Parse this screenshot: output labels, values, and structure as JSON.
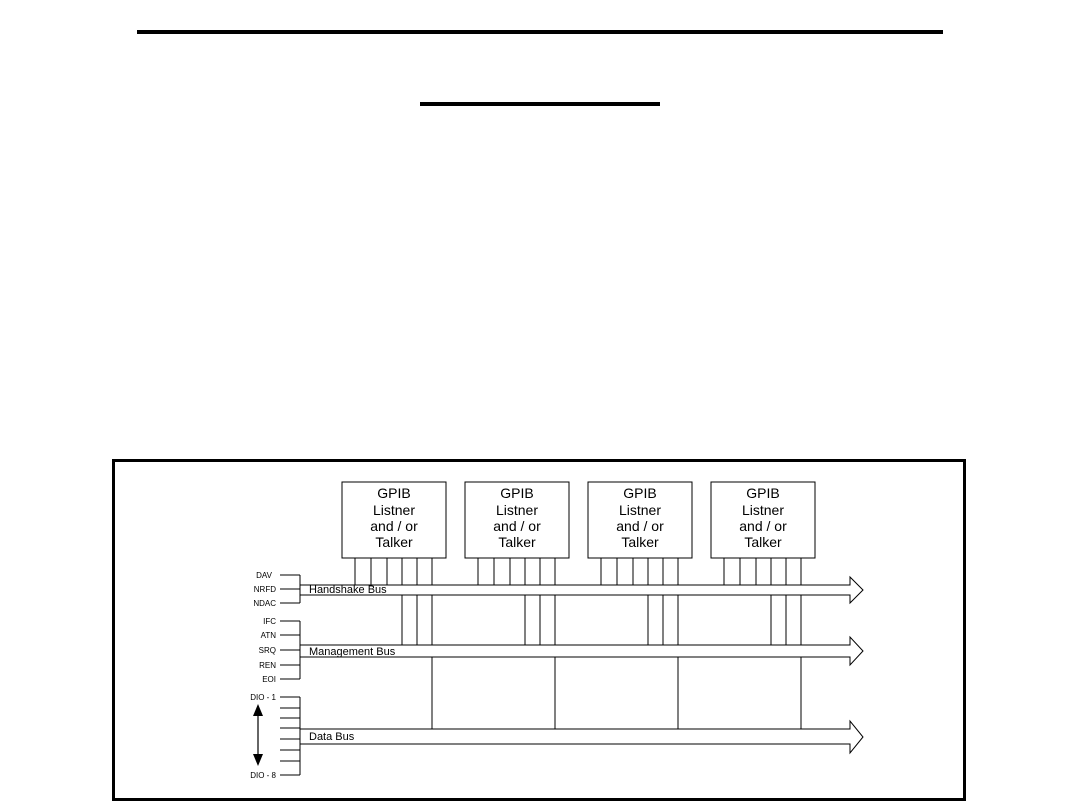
{
  "devices": [
    {
      "lines": [
        "GPIB",
        "Listner",
        "and / or",
        "Talker"
      ]
    },
    {
      "lines": [
        "GPIB",
        "Listner",
        "and / or",
        "Talker"
      ]
    },
    {
      "lines": [
        "GPIB",
        "Listner",
        "and / or",
        "Talker"
      ]
    },
    {
      "lines": [
        "GPIB",
        "Listner",
        "and / or",
        "Talker"
      ]
    }
  ],
  "buses": {
    "handshake": {
      "label": "Handshake Bus",
      "signals": [
        "DAV",
        "NRFD",
        "NDAC"
      ]
    },
    "management": {
      "label": "Management Bus",
      "signals": [
        "IFC",
        "ATN",
        "SRQ",
        "REN",
        "EOI"
      ]
    },
    "data": {
      "label": "Data Bus",
      "signals": [
        "DIO - 1",
        "DIO - 8"
      ]
    }
  }
}
